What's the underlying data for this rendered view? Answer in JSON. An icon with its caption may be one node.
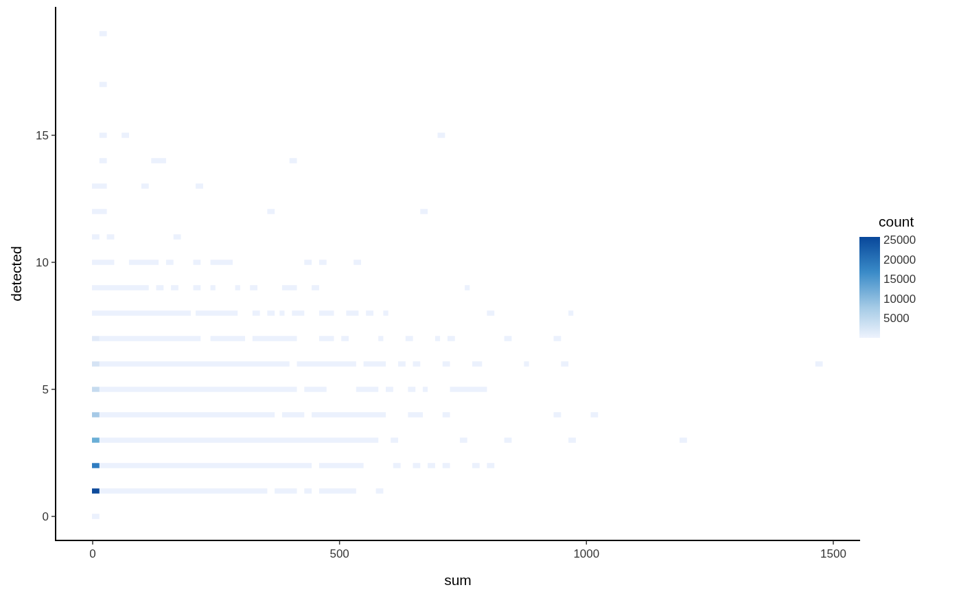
{
  "diagram": {
    "labels": [
      "15",
      "10",
      "detected",
      "count",
      "25000",
      "20000",
      "15000",
      "10000",
      "5000",
      "5",
      "0",
      "0",
      "500",
      "1000",
      "1500",
      "sum"
    ]
  }
}
